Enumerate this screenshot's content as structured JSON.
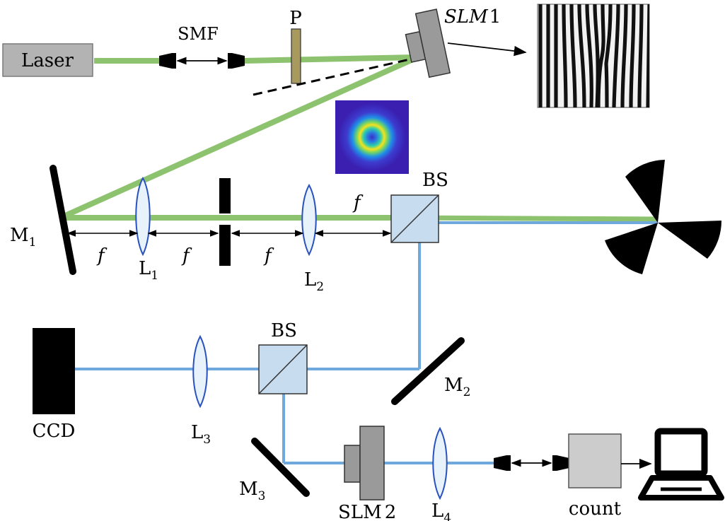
{
  "labels": {
    "laser": "Laser",
    "smf": "SMF",
    "polarizer": "P",
    "slm1": "SLM",
    "slm1_num": "1",
    "bs_top": "BS",
    "bs_bottom": "BS",
    "m1": "M",
    "m1_sub": "1",
    "m2": "M",
    "m2_sub": "2",
    "m3": "M",
    "m3_sub": "3",
    "l1": "L",
    "l1_sub": "1",
    "l2": "L",
    "l2_sub": "2",
    "l3": "L",
    "l3_sub": "3",
    "l4": "L",
    "l4_sub": "4",
    "slm2": "SLM",
    "slm2_num": "2",
    "ccd": "CCD",
    "count": "count",
    "focal": "f"
  },
  "colors": {
    "green_beam": "#8dc26f",
    "blue_beam": "#6fa8dc",
    "polarizer": "#a89a5e",
    "laser_box": "#b3b3b3",
    "slm": "#9a9a9a",
    "lens_fill": "#e8f2fb",
    "lens_stroke": "#2a52be",
    "bs_fill": "#c8dcf0",
    "counter_box": "#cccccc"
  }
}
